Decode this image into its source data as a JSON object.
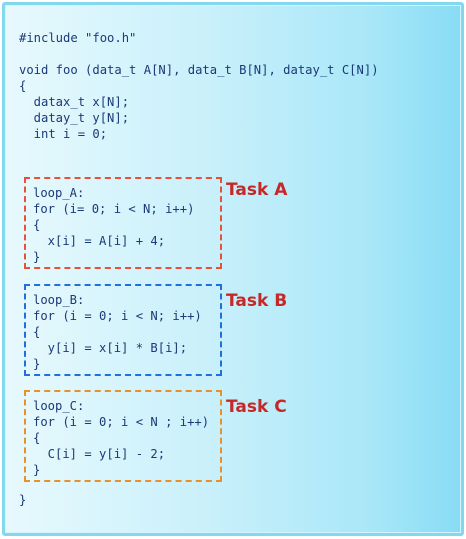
{
  "header_lines": [
    "#include \"foo.h\"",
    "",
    "void foo (data_t A[N], data_t B[N], datay_t C[N])",
    "{",
    "  datax_t x[N];",
    "  datay_t y[N];",
    "  int i = 0;"
  ],
  "tasks": [
    {
      "label": "Task A",
      "lines": [
        "loop_A:",
        "for (i= 0; i < N; i++)",
        "{",
        "  x[i] = A[i] + 4;",
        "}"
      ],
      "border_color": "#e8503a"
    },
    {
      "label": "Task B",
      "lines": [
        "loop_B:",
        "for (i = 0; i < N; i++)",
        "{",
        "  y[i] = x[i] * B[i];",
        "}"
      ],
      "border_color": "#1f6fe0"
    },
    {
      "label": "Task C",
      "lines": [
        "loop_C:",
        "for (i = 0; i < N ; i++)",
        "{",
        "  C[i] = y[i] - 2;",
        "}"
      ],
      "border_color": "#e8902a"
    }
  ],
  "closing_brace": "}",
  "colors": {
    "code_text": "#1a3a78",
    "task_label": "#c62828",
    "panel_border": "#84d8ee"
  }
}
